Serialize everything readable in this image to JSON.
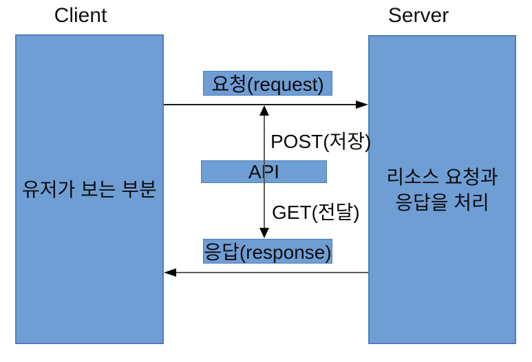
{
  "titles": {
    "client": "Client",
    "server": "Server"
  },
  "client_box": {
    "text": "유저가 보는 부분"
  },
  "server_box": {
    "line1": "리소스 요청과",
    "line2": "응답을 처리"
  },
  "flow": {
    "request_label": "요청(request)",
    "api_label": "API",
    "response_label": "응답(response)",
    "post_label": "POST(저장)",
    "get_label": "GET(전달)"
  },
  "colors": {
    "box_fill": "#6F9ED4",
    "box_border": "#4D7CC0",
    "arrow_dark": "#000000",
    "arrow_gray": "#595959",
    "text": "#0B0B0B",
    "background": "#FFFFFF"
  }
}
